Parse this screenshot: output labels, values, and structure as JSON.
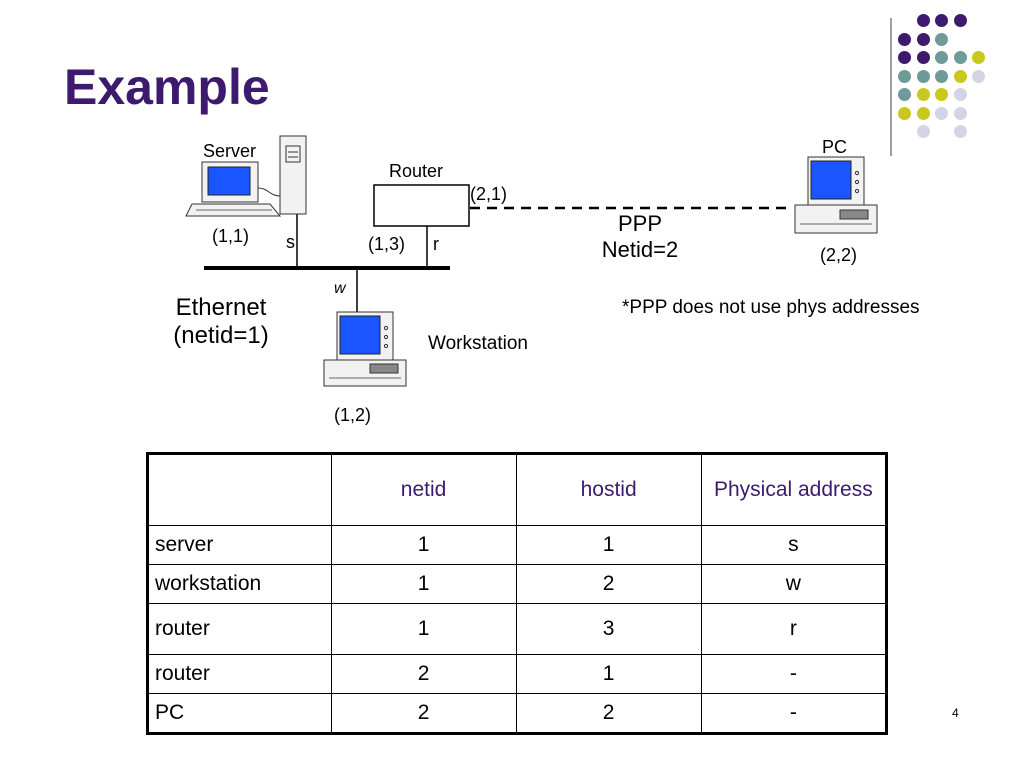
{
  "slide": {
    "title": "Example",
    "page_number": "4"
  },
  "theme": {
    "title_color": "#3d1a6e",
    "screen_color": "#1a56ff",
    "dot_colors": {
      "purple": "#3d1a6e",
      "teal": "#6f9a9a",
      "olive": "#c8c81e",
      "lavender": "#d4d4e6"
    }
  },
  "diagram": {
    "server": {
      "label": "Server",
      "address": "(1,1)",
      "port": "s",
      "icon": "computer-tower-icon"
    },
    "router": {
      "label": "Router",
      "ppp_address": "(2,1)",
      "eth_address": "(1,3)",
      "port": "r",
      "icon": "router-box-icon"
    },
    "pc": {
      "label": "PC",
      "address": "(2,2)",
      "icon": "desktop-computer-icon"
    },
    "workstation": {
      "label": "Workstation",
      "address": "(1,2)",
      "port": "w",
      "icon": "desktop-computer-icon"
    },
    "ppp": {
      "line1": "PPP",
      "line2": "Netid=2"
    },
    "ethernet": {
      "line1": "Ethernet",
      "line2": "(netid=1)"
    },
    "note": "*PPP does not use phys addresses"
  },
  "table": {
    "headers": [
      "",
      "netid",
      "hostid",
      "Physical address"
    ],
    "rows": [
      [
        "server",
        "1",
        "1",
        "s"
      ],
      [
        "workstation",
        "1",
        "2",
        "w"
      ],
      [
        "router",
        "1",
        "3",
        "r"
      ],
      [
        "router",
        "2",
        "1",
        "-"
      ],
      [
        "PC",
        "2",
        "2",
        "-"
      ]
    ]
  }
}
